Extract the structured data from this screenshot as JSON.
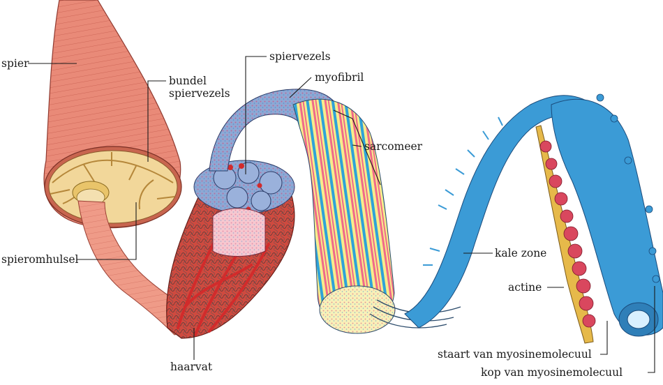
{
  "diagram": {
    "labels": {
      "spier": "spier",
      "bundel_line1": "bundel",
      "bundel_line2": "spiervezels",
      "spiervezels": "spiervezels",
      "myofibril": "myofibril",
      "sarcomeer": "sarcomeer",
      "spieromhulsel": "spieromhulsel",
      "kale_zone": "kale zone",
      "actine": "actine",
      "haarvat": "haarvat",
      "staart": "staart van myosinemolecuul",
      "kop": "kop van myosinemolecuul"
    },
    "colors": {
      "muscle": "#e98a78",
      "muscle_dark": "#c85a4c",
      "fascicle_fill": "#f2d79a",
      "tendon": "#e9c46a",
      "vessel_red": "#d22b2b",
      "fiber_blue": "#6d8fc4",
      "myofibril_pink": "#f06a8a",
      "myofibril_yellow": "#f7ec8c",
      "myofibril_blue": "#2fa3d8",
      "myosin_blue": "#3b9bd6",
      "actin_pink": "#d9475e",
      "actin_yellow": "#e6b94a"
    }
  }
}
